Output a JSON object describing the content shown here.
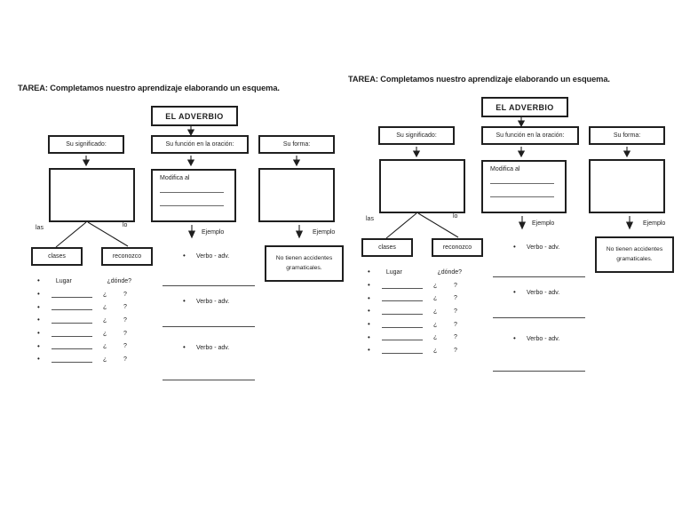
{
  "page": {
    "background": "#ffffff",
    "ink": "#1f1f1f",
    "write_line_color": "#6a6a6a"
  },
  "worksheet": {
    "title": "TAREA: Completamos nuestro aprendizaje elaborando un esquema.",
    "bullet_glyph": "•",
    "root_label": "EL ADVERBIO",
    "headers": {
      "significado": "Su significado:",
      "funcion": "Su función en la oración:",
      "forma": "Su forma:"
    },
    "significado_branch": {
      "las_label": "las",
      "lo_label": "lo",
      "clases_label": "clases",
      "reconozco_label": "reconozco",
      "first_word": "Lugar",
      "first_question": "¿dónde?",
      "open_q": "¿",
      "close_q": "?"
    },
    "funcion_branch": {
      "modifica_label": "Modifica al",
      "ejemplo_label": "Ejemplo",
      "examples": [
        "Verbo - adv.",
        "Verbo - adv.",
        "Verbo - adv."
      ]
    },
    "forma_branch": {
      "ejemplo_label": "Ejemplo",
      "note_line1": "No tienen accidentes",
      "note_line2": "gramaticales."
    }
  }
}
